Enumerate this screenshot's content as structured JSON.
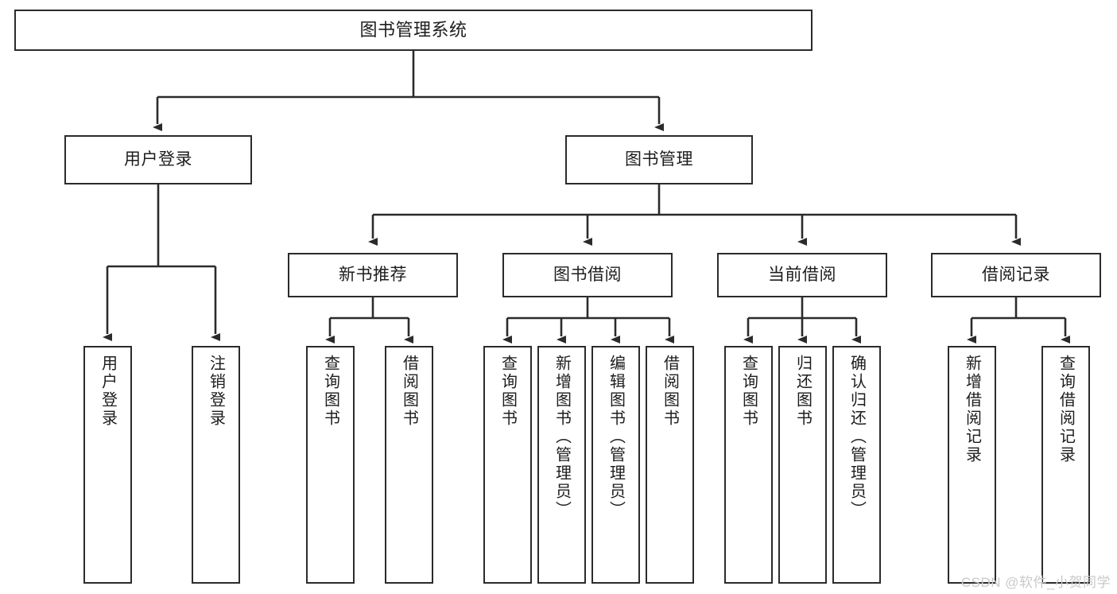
{
  "diagram": {
    "title": "图书管理系统",
    "type": "tree-hierarchy-diagram",
    "colors": {
      "box_border": "#2b2b2b",
      "box_fill": "#ffffff",
      "edge": "#2b2b2b",
      "text": "#1d1d1d",
      "watermark": "#c9c9c9",
      "background": "#ffffff"
    }
  },
  "nodes": {
    "root": {
      "label": "图书管理系统"
    },
    "level2": [
      {
        "label": "用户登录"
      },
      {
        "label": "图书管理"
      }
    ],
    "level3": [
      {
        "label": "新书推荐"
      },
      {
        "label": "图书借阅"
      },
      {
        "label": "当前借阅"
      },
      {
        "label": "借阅记录"
      }
    ],
    "leaves_user_login": [
      {
        "label": "用户登录"
      },
      {
        "label": "注销登录"
      }
    ],
    "leaves_new_book": [
      {
        "label": "查询图书"
      },
      {
        "label": "借阅图书"
      }
    ],
    "leaves_borrow": [
      {
        "label": "查询图书"
      },
      {
        "label": "新增图书（管理员）"
      },
      {
        "label": "编辑图书（管理员）"
      },
      {
        "label": "借阅图书"
      }
    ],
    "leaves_current": [
      {
        "label": "查询图书"
      },
      {
        "label": "归还图书"
      },
      {
        "label": "确认归还（管理员）"
      }
    ],
    "leaves_records": [
      {
        "label": "新增借阅记录"
      },
      {
        "label": "查询借阅记录"
      }
    ]
  },
  "watermark": {
    "text": "CSDN @软件_小贺同学"
  }
}
